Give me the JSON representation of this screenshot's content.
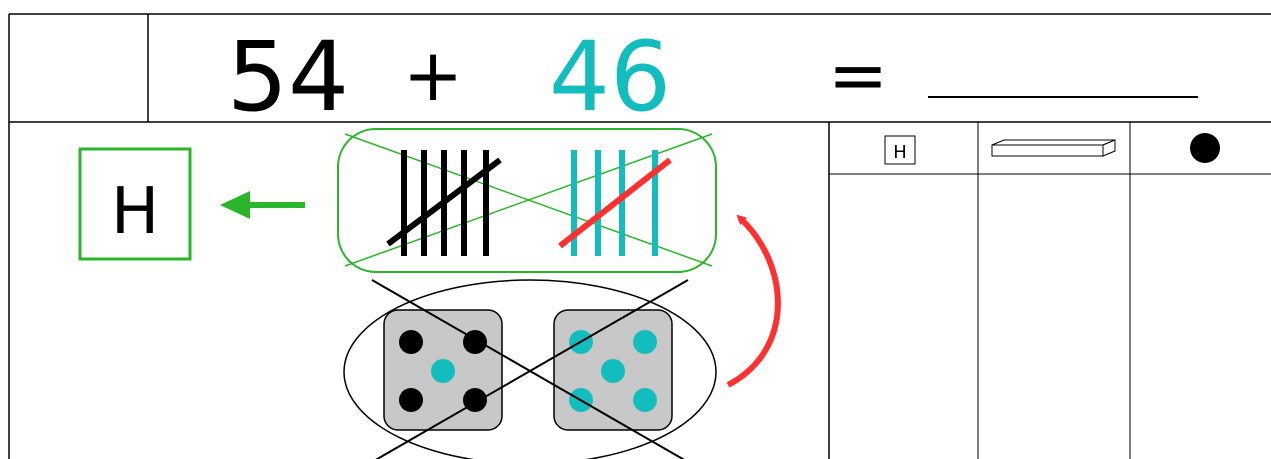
{
  "equation": {
    "first_addend": "54",
    "operator": "+",
    "second_addend": "46",
    "equals": "=",
    "answer_blank": ""
  },
  "hundreds_box": {
    "label": "H"
  },
  "tens_tallies": {
    "first_count": 5,
    "second_count": 4
  },
  "dice": {
    "first_face": 5,
    "second_face": 5
  },
  "place_value_table": {
    "columns": [
      {
        "icon": "hundreds-box-icon",
        "label": "H"
      },
      {
        "icon": "ten-rod-icon",
        "label": ""
      },
      {
        "icon": "unit-dot-icon",
        "label": ""
      }
    ]
  },
  "colors": {
    "first_addend": "#000000",
    "second_addend": "#14bdbd",
    "regroup_box": "#2bb52b",
    "arrow_left": "#2bb52b",
    "arrow_curve": "#ff3030",
    "die_fill": "#c8c8c8"
  }
}
